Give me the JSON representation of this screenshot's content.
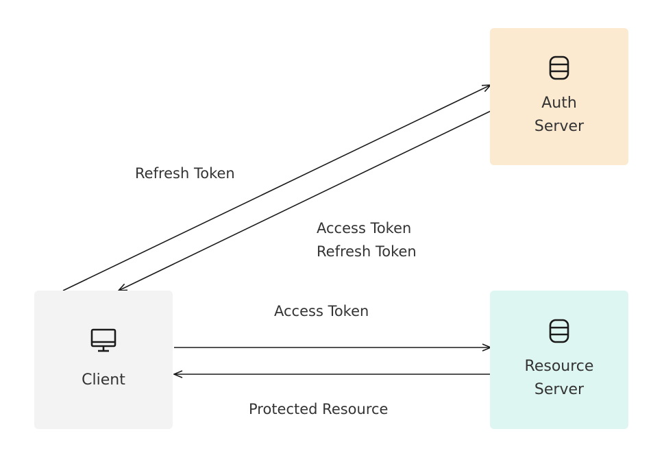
{
  "colors": {
    "auth_server_fill": "#fbe9d0",
    "client_fill": "#f3f3f3",
    "resource_server_fill": "#def6f1",
    "arrow": "#1a1a1a",
    "text": "#333333"
  },
  "nodes": {
    "auth_server": {
      "label": "Auth\nServer",
      "icon": "database-icon"
    },
    "client": {
      "label": "Client",
      "icon": "monitor-icon"
    },
    "resource_server": {
      "label": "Resource\nServer",
      "icon": "database-icon"
    }
  },
  "edges": {
    "refresh_request": {
      "label": "Refresh Token"
    },
    "token_response": {
      "label": "Access Token\n  Refresh Token"
    },
    "resource_request": {
      "label": "Access Token"
    },
    "resource_response": {
      "label": "Protected Resource"
    }
  }
}
